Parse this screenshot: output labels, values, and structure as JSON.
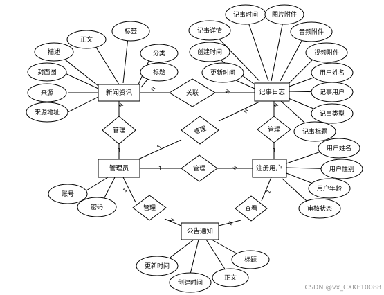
{
  "entities": {
    "news": "新闻资讯",
    "diary": "记事日志",
    "admin": "管理员",
    "user": "注册用户",
    "notice": "公告通知"
  },
  "relations": {
    "news_diary": "关联",
    "admin_news": "管理",
    "admin_diary": "管理",
    "admin_user": "管理",
    "diary_user": "管理",
    "admin_notice": "管理",
    "user_notice": "查看"
  },
  "attributes": {
    "news": [
      "正文",
      "标签",
      "描述",
      "分类",
      "封面图",
      "标题",
      "来源",
      "来源地址"
    ],
    "diary": [
      "记事时间",
      "图片附件",
      "记事详情",
      "音频附件",
      "创建时间",
      "视频附件",
      "更新时间",
      "用户姓名",
      "记事用户",
      "记事类型",
      "记事标题"
    ],
    "admin": [
      "账号",
      "密码"
    ],
    "user": [
      "用户姓名",
      "用户性别",
      "用户年龄",
      "审核状态"
    ],
    "notice": [
      "更新时间",
      "创建时间",
      "正文",
      "标题"
    ]
  },
  "cardinalities": {
    "one": "1",
    "n": "N"
  },
  "watermark": "CSDN @vx_CXKF10088"
}
